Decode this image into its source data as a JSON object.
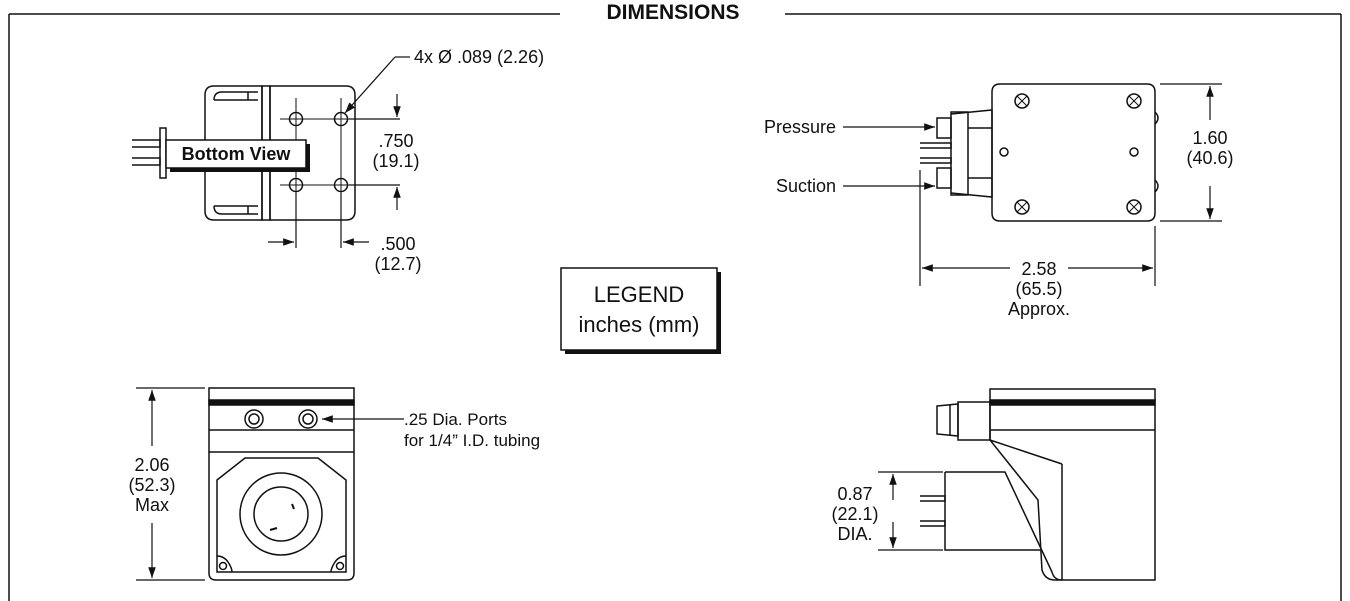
{
  "title": "DIMENSIONS",
  "legend": {
    "line1": "LEGEND",
    "line2": "inches (mm)"
  },
  "bottom_view": {
    "label": "Bottom View",
    "hole_callout": "4x Ø .089 (2.26)",
    "vertical_spacing": {
      "in": ".750",
      "mm": "(19.1)"
    },
    "horizontal_spacing": {
      "in": ".500",
      "mm": "(12.7)"
    }
  },
  "side_view": {
    "pressure_label": "Pressure",
    "suction_label": "Suction",
    "height": {
      "in": "1.60",
      "mm": "(40.6)"
    },
    "length": {
      "in": "2.58",
      "mm": "(65.5)",
      "note": "Approx."
    }
  },
  "front_view": {
    "ports_line1": ".25 Dia. Ports",
    "ports_line2": "for 1/4” I.D. tubing",
    "height": {
      "in": "2.06",
      "mm": "(52.3)",
      "note": "Max"
    }
  },
  "end_view": {
    "diameter": {
      "in": "0.87",
      "mm": "(22.1)",
      "note": "DIA."
    }
  }
}
